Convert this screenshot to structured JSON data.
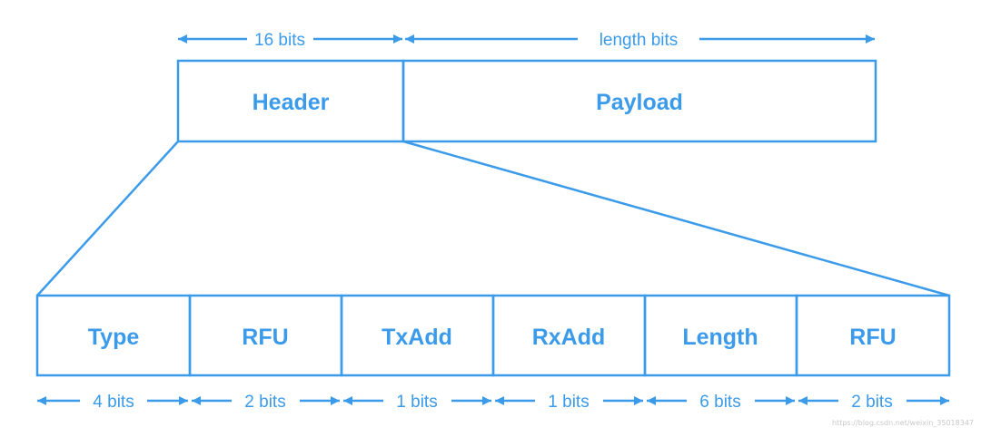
{
  "colors": {
    "accent": "#3b9bea",
    "background": "#ffffff"
  },
  "top_dims": {
    "header": "16 bits",
    "payload": "length bits"
  },
  "packet": {
    "header": "Header",
    "payload": "Payload"
  },
  "fields": [
    {
      "label": "Type",
      "bits": "4 bits"
    },
    {
      "label": "RFU",
      "bits": "2 bits"
    },
    {
      "label": "TxAdd",
      "bits": "1 bits"
    },
    {
      "label": "RxAdd",
      "bits": "1 bits"
    },
    {
      "label": "Length",
      "bits": "6 bits"
    },
    {
      "label": "RFU",
      "bits": "2 bits"
    }
  ],
  "watermark": "https://blog.csdn.net/weixin_35018347"
}
